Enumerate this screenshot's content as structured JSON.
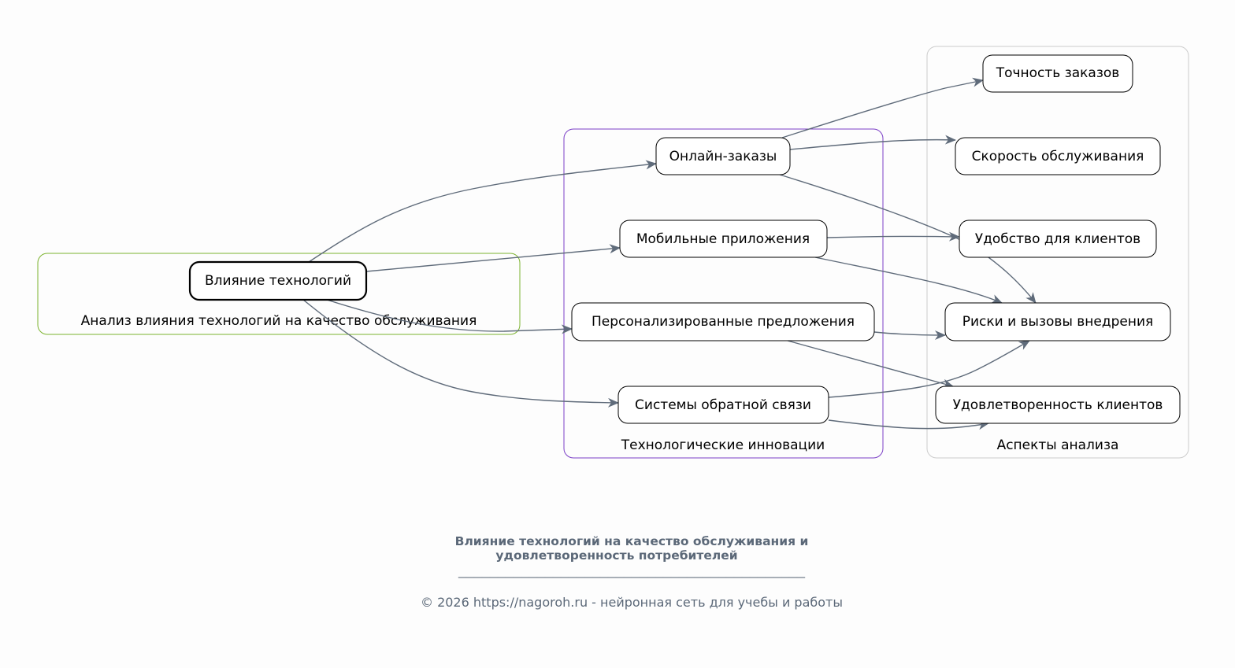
{
  "clusters": {
    "analysis": {
      "label": "Анализ влияния технологий на качество обслуживания",
      "color": "#7cb32e"
    },
    "innovations": {
      "label": "Технологические инновации",
      "color": "#7b3fc6"
    },
    "aspects": {
      "label": "Аспекты анализа",
      "color": "#cccccc"
    }
  },
  "nodes": {
    "root": "Влияние технологий",
    "online": "Онлайн-заказы",
    "mobile": "Мобильные приложения",
    "personal": "Персонализированные предложения",
    "feedback": "Системы обратной связи",
    "accuracy": "Точность заказов",
    "speed": "Скорость обслуживания",
    "convenience": "Удобство для клиентов",
    "risks": "Риски и вызовы внедрения",
    "satisfaction": "Удовлетворенность клиентов"
  },
  "footer": {
    "title_line1": "Влияние технологий на качество обслуживания и",
    "title_line2": "удовлетворенность потребителей",
    "divider": "____________________________________________",
    "copyright": "© 2026 https://nagoroh.ru - нейронная сеть для учебы и работы"
  },
  "colors": {
    "edge": "#5f6b7a",
    "footer_text": "#5b6878"
  }
}
